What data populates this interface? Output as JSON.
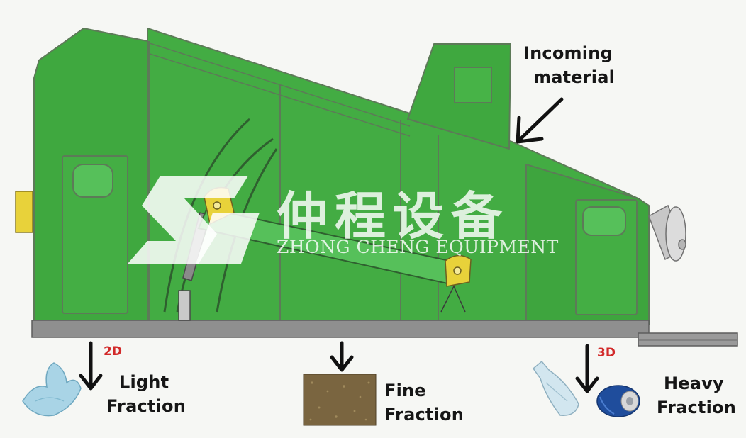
{
  "labels": {
    "incoming_line1": "Incoming",
    "incoming_line2": "material",
    "light_line1": "Light",
    "light_line2": "Fraction",
    "fine_line1": "Fine",
    "fine_line2": "Fraction",
    "heavy_line1": "Heavy",
    "heavy_line2": "Fraction"
  },
  "badges": {
    "light": "2D",
    "heavy": "3D"
  },
  "watermark": {
    "chinese": "仲程设备",
    "english": "ZHONG CHENG EQUIPMENT"
  },
  "colors": {
    "machine_green": "#3fa83f",
    "machine_green_dark": "#2e8a2e",
    "yellow": "#e8d23a",
    "frame_gray": "#8f8f8f",
    "badge_red": "#d22a2a"
  }
}
